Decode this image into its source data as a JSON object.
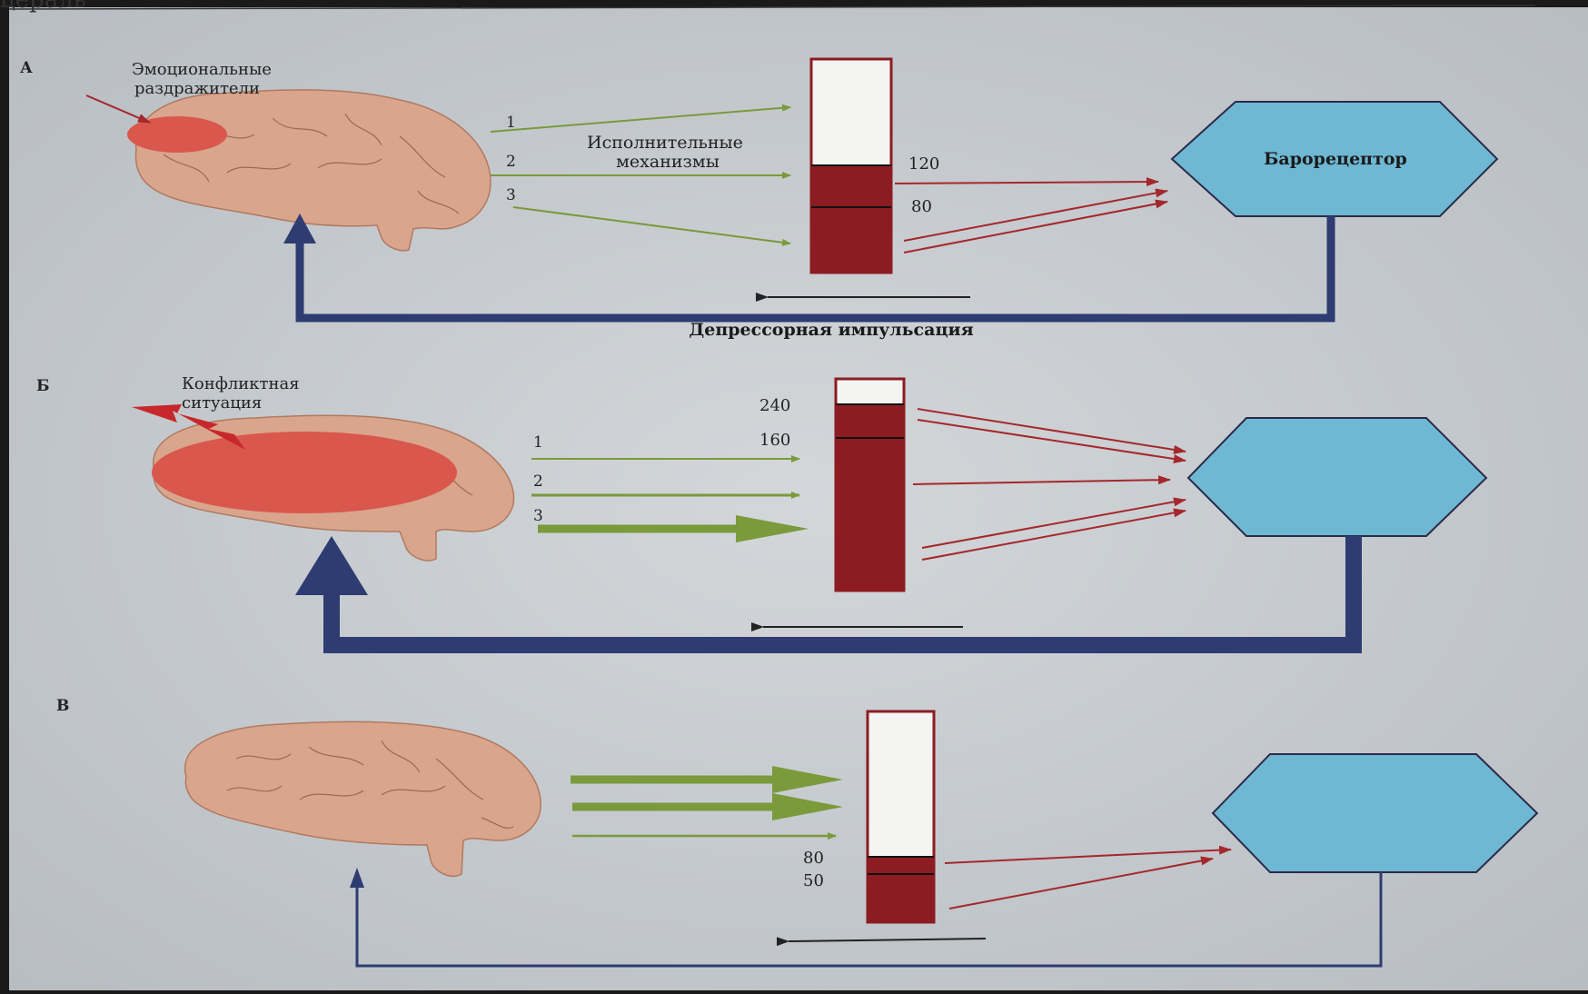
{
  "header_fragment": "цераль",
  "panels": {
    "A": {
      "letter": "А",
      "stimulus": [
        "Эмоциональные",
        "раздражители"
      ],
      "mechanisms": [
        "Исполнительные",
        "механизмы"
      ],
      "paths": [
        "1",
        "2",
        "3"
      ],
      "scale": [
        "120",
        "80"
      ],
      "receptor": "Барорецептор",
      "feedback": "Депрессорная импульсация"
    },
    "B": {
      "letter": "Б",
      "stimulus": [
        "Конфликтная",
        "ситуация"
      ],
      "paths": [
        "1",
        "2",
        "3"
      ],
      "scale": [
        "240",
        "160"
      ]
    },
    "C": {
      "letter": "В",
      "scale": [
        "80",
        "50"
      ]
    }
  },
  "colors": {
    "page": "#c9ced2",
    "brain": "#d9a58c",
    "brain_active": "#d9574c",
    "column": "#8c1c22",
    "receptor": "#6fb8d3",
    "feedback": "#2e3c72",
    "efferent": "#7a9a3c",
    "afferent": "#a4282c"
  },
  "icons": [
    "brain-icon",
    "lightning-icon",
    "arrow-icon",
    "hexagon-icon"
  ]
}
